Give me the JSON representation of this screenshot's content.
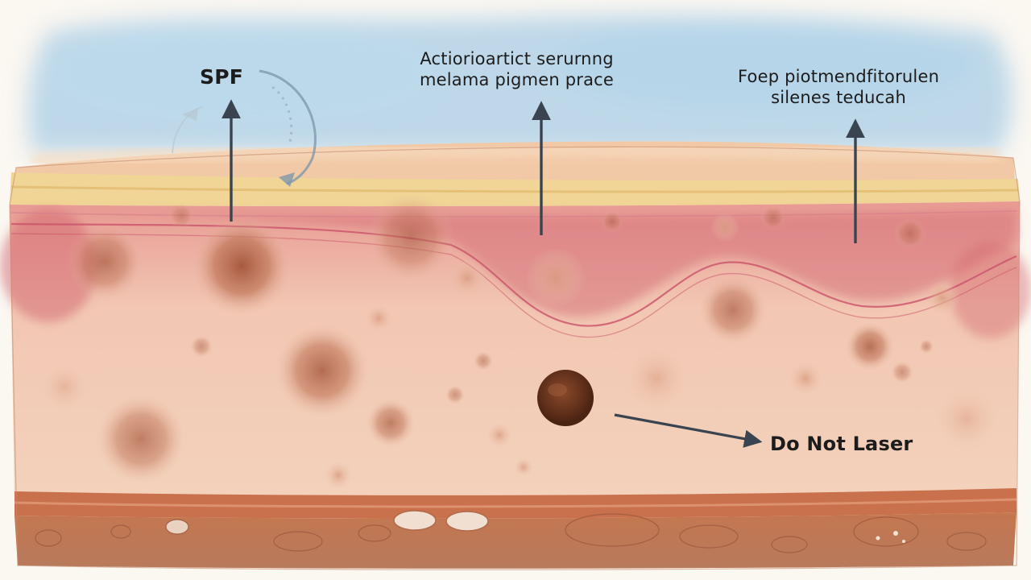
{
  "labels": {
    "spf": "SPF",
    "middle": {
      "line1": "Actiorioartict serurnng",
      "line2": "melama pigmen prace"
    },
    "right": {
      "line1": "Foep piotmendfitorulen",
      "line2": "silenes teducah"
    },
    "laser": "Do Not Laser"
  },
  "colors": {
    "sky": "#a9cde6",
    "stratum_corneum": "#f0d596",
    "epidermis": "#f1c3b3",
    "dermis": "#efc8ad",
    "dermis_red": "#d6717a",
    "pigment_spot": "#b96b4c",
    "mole": "#6e3720",
    "subcutis": "#c98a68",
    "arrow": "#3a4450"
  }
}
